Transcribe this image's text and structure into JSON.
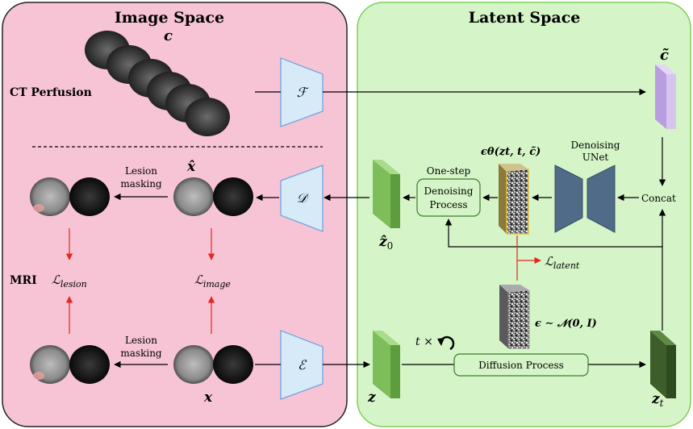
{
  "panels": {
    "image_space": {
      "title": "Image Space",
      "fill": "#f7c4d5",
      "stroke": "#222222"
    },
    "latent_space": {
      "title": "Latent Space",
      "fill": "#d5f5c8",
      "stroke": "#7fce57"
    }
  },
  "labels": {
    "ct_perfusion": "CT Perfusion",
    "c": "c",
    "c_tilde": "c̃",
    "mri": "MRI",
    "lesion_masking_top_line1": "Lesion",
    "lesion_masking_top_line2": "masking",
    "lesion_masking_bottom_line1": "Lesion",
    "lesion_masking_bottom_line2": "masking",
    "x_hat": "x̂",
    "x": "x",
    "z_hat_0": "ẑ",
    "z_hat_0_sub": "0",
    "z": "z",
    "z_t": "z",
    "z_t_sub": "t",
    "loss_lesion": "ℒ",
    "loss_lesion_sub": "lesion",
    "loss_image": "ℒ",
    "loss_image_sub": "image",
    "loss_latent": "ℒ",
    "loss_latent_sub": "latent",
    "eps_theta": "ϵθ(zt, t, c̃)",
    "eps_dist": "ϵ ∼ 𝒩(0, I)",
    "t_times": "t ×",
    "one_step": "One-step",
    "concat": "Concat",
    "denoising_unet_line1": "Denoising",
    "denoising_unet_line2": "UNet"
  },
  "blocks": {
    "encoder_F": "ℱ",
    "decoder_D": "𝒟",
    "encoder_E": "ℰ",
    "denoising_process_line1": "Denoising",
    "denoising_process_line2": "Process",
    "diffusion_process": "Diffusion Process"
  },
  "colors": {
    "encoder_fill": "#d6eaf8",
    "encoder_stroke": "#6ca0dc",
    "latent_light": "#7dbe5a",
    "latent_dark": "#3d5e2a",
    "c_tilde_fill": "#d7c4ee",
    "unet_fill": "#4f6b87",
    "loss_arrow": "#e8251f",
    "noise_border": "#e3c04a"
  }
}
